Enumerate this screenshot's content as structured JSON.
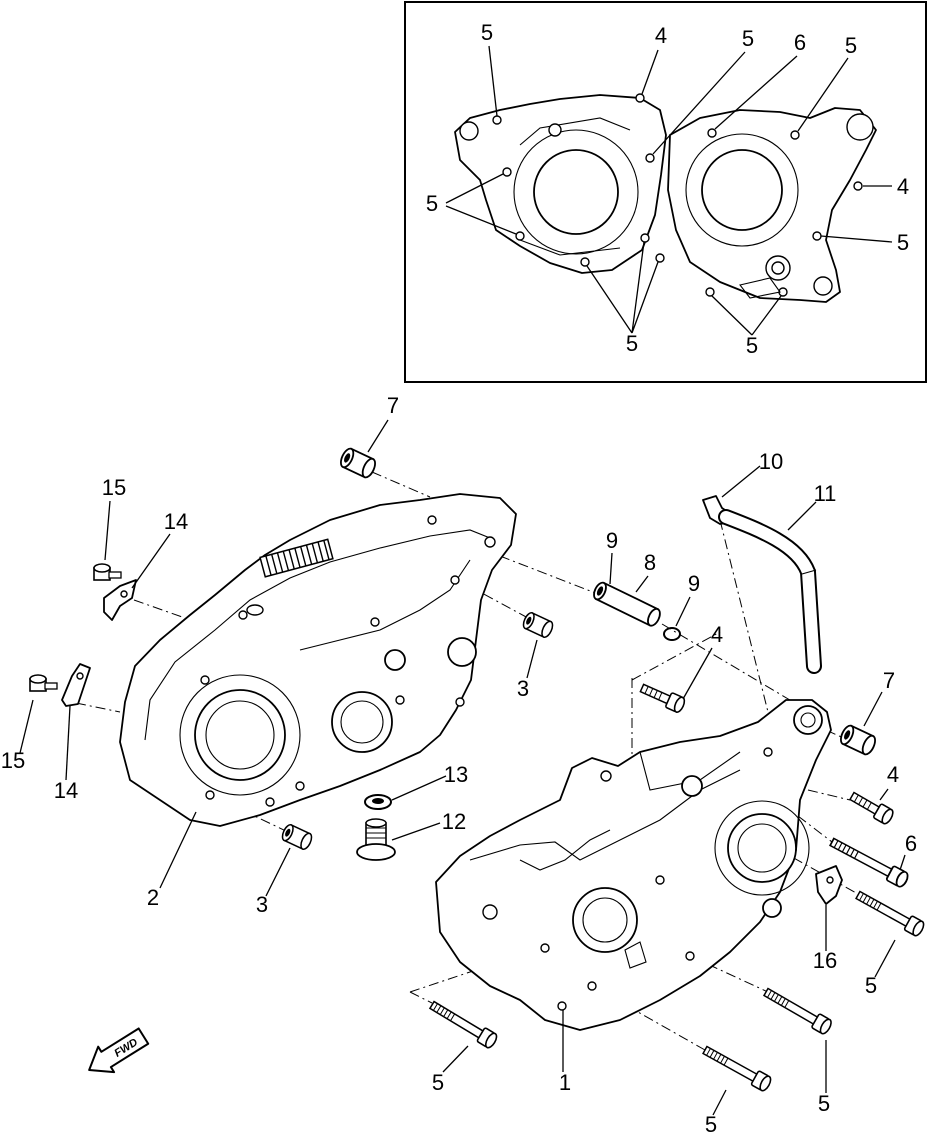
{
  "figure": {
    "inset_labels": [
      "5",
      "4",
      "5",
      "6",
      "5",
      "5",
      "4",
      "5",
      "5",
      "5"
    ],
    "callouts": [
      "7",
      "10",
      "11",
      "15",
      "14",
      "9",
      "8",
      "9",
      "3",
      "4",
      "7",
      "15",
      "14",
      "13",
      "4",
      "12",
      "6",
      "2",
      "3",
      "16",
      "5",
      "5",
      "1",
      "5",
      "5"
    ],
    "fwd_arrow_label": "FWD"
  },
  "colors": {
    "line": "#000000",
    "background": "#ffffff"
  }
}
